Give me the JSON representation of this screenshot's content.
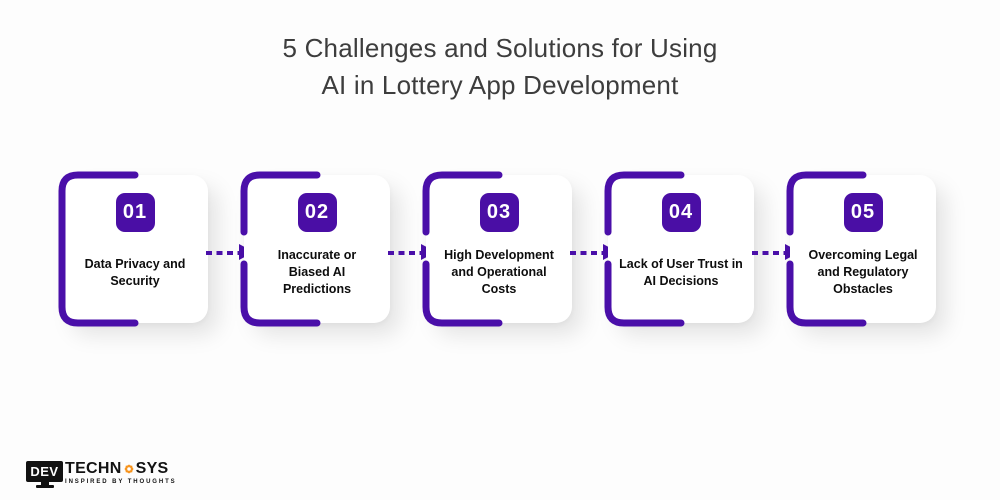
{
  "title": {
    "line1": "5 Challenges and Solutions for Using",
    "line2": "AI in Lottery App Development"
  },
  "colors": {
    "purple": "#4A0FA9",
    "badge_purple": "#4A0EA5",
    "title_text": "#3D3D3D",
    "card_text": "#0D0D0D",
    "background": "#FDFDFD",
    "card_background": "#FFFFFF",
    "logo_orange": "#F7941E",
    "logo_black": "#121212"
  },
  "cards": [
    {
      "number": "01",
      "label": "Data Privacy and Security",
      "lines": [
        "Data Privacy and",
        "Security"
      ]
    },
    {
      "number": "02",
      "label": "Inaccurate or Biased AI Predictions",
      "lines": [
        "Inaccurate or",
        "Biased AI",
        "Predictions"
      ]
    },
    {
      "number": "03",
      "label": "High Development and Operational Costs",
      "lines": [
        "High Development",
        "and Operational",
        "Costs"
      ]
    },
    {
      "number": "04",
      "label": "Lack of User Trust in AI Decisions",
      "lines": [
        "Lack of User Trust in",
        "AI Decisions"
      ]
    },
    {
      "number": "05",
      "label": "Overcoming Legal and Regulatory Obstacles",
      "lines": [
        "Overcoming Legal",
        "and Regulatory",
        "Obstacles"
      ]
    }
  ],
  "logo": {
    "monitor_text": "DEV",
    "name_part1": "TECHN",
    "name_part2": "SYS",
    "gear_icon": "gear-icon",
    "tagline": "INSPIRED BY THOUGHTS"
  }
}
